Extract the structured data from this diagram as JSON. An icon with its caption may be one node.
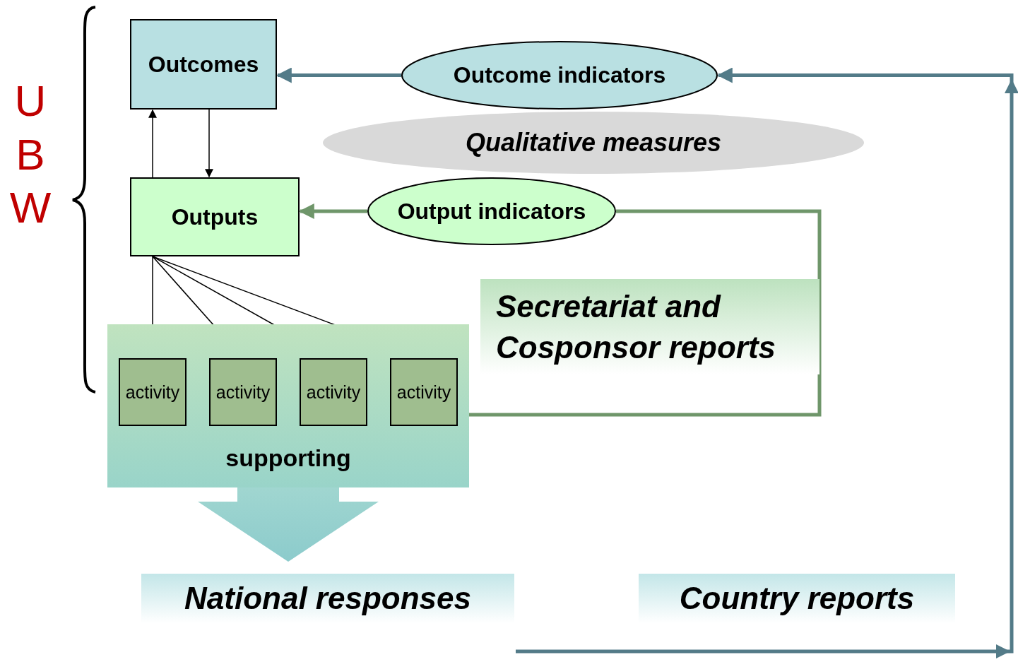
{
  "diagram": {
    "nodes": [
      {
        "text": [
          "Outcomes"
        ]
      },
      {
        "text": [
          "Outcome indicators"
        ]
      },
      {
        "text": [
          "Qualitative measures"
        ]
      },
      {
        "text": [
          "Outputs"
        ]
      },
      {
        "text": [
          "Output indicators"
        ]
      },
      {
        "text": [
          "Secretariat and Cosponsor reports"
        ]
      },
      {
        "text": [
          "supporting"
        ]
      },
      {
        "text": [
          "activity"
        ],
        "in": 6
      },
      {
        "text": [
          "activity"
        ],
        "in": 6
      },
      {
        "text": [
          "activity"
        ],
        "in": 6
      },
      {
        "text": [
          "activity"
        ],
        "in": 6
      },
      {
        "text": [
          "National responses"
        ]
      },
      {
        "text": [
          "Country reports"
        ]
      }
    ],
    "edges": [
      {
        "from": 1,
        "to": 0,
        "arrow": "to",
        "style": "thick",
        "color": "#537b88"
      },
      {
        "from": 3,
        "to": 0,
        "arrow": "to"
      },
      {
        "from": 0,
        "to": 3,
        "arrow": "to"
      },
      {
        "from": 4,
        "to": 3,
        "arrow": "to",
        "style": "thick",
        "color": "#6f966a"
      },
      {
        "from": 3,
        "to": 7,
        "arrow": "none"
      },
      {
        "from": 3,
        "to": 8,
        "arrow": "none"
      },
      {
        "from": 3,
        "to": 9,
        "arrow": "none"
      },
      {
        "from": 3,
        "to": 10,
        "arrow": "none"
      },
      {
        "from": 10,
        "to": 4,
        "arrow": "none",
        "style": "thick",
        "color": "#6f966a"
      },
      {
        "from": null,
        "to": 1,
        "arrow": "to",
        "style": "thick",
        "color": "#537b88"
      },
      {
        "from": 6,
        "to": 11,
        "arrow": "to",
        "style": "thick",
        "color": "#8ccbcc"
      }
    ],
    "labels": [
      "UBW"
    ]
  }
}
